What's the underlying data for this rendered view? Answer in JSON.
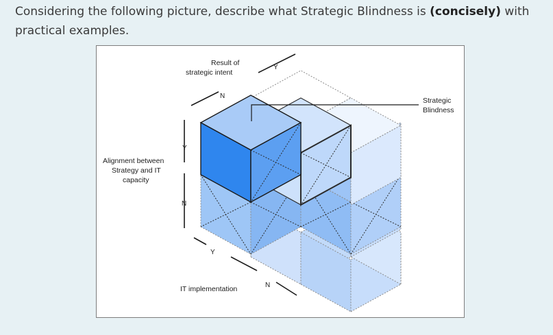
{
  "question": {
    "prefix": "Considering the following picture, describe what Strategic Blindness is ",
    "emphasis": "(concisely)",
    "suffix": " with practical examples."
  },
  "figure": {
    "labels": {
      "result_line1": "Result of",
      "result_line2": "strategic intent",
      "strategic_line1": "Strategic",
      "strategic_line2": "Blindness",
      "alignment_line1": "Alignment between",
      "alignment_line2": "Strategy and IT",
      "alignment_line3": "capacity",
      "it_implementation": "IT implementation"
    },
    "axis_letters": {
      "top_y": "Y",
      "top_n": "N",
      "left_y": "Y",
      "left_n": "N",
      "bottom_y": "Y",
      "bottom_n": "N"
    },
    "colors": {
      "highlight_cube": "#2f86ee",
      "highlight_top": "#a9cbf7",
      "light_face": "#c7ddfb",
      "mid_face": "#94c0f6",
      "strong_face": "#7fb1f1"
    }
  }
}
